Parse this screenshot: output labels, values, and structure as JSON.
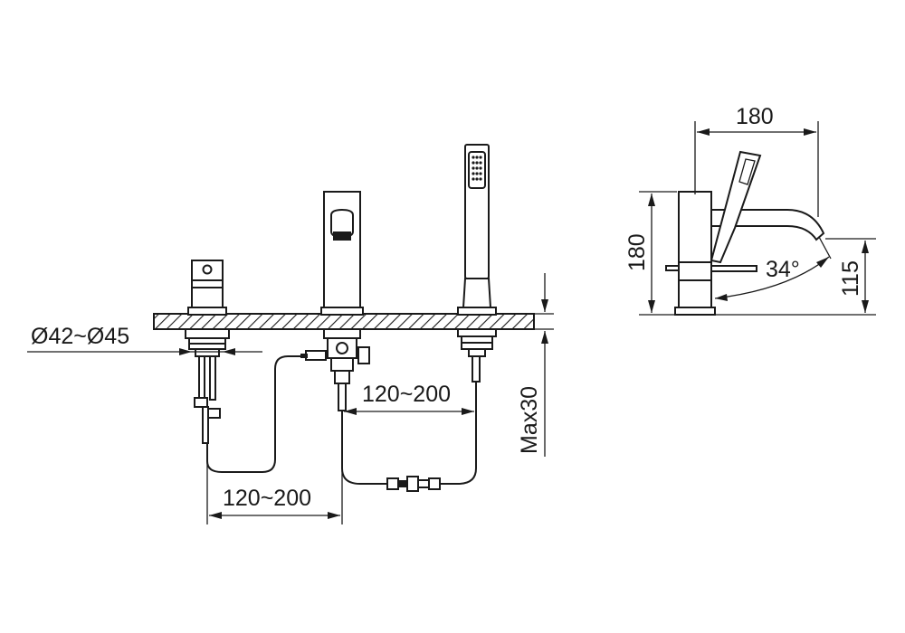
{
  "front_view": {
    "hole_diameter_label": "Ø42~Ø45",
    "spacing_left_label": "120~200",
    "spacing_right_label": "120~200",
    "deck_thickness_label": "Max30"
  },
  "side_view": {
    "width_label": "180",
    "height_label": "180",
    "spout_height_label": "115",
    "angle_label": "34°"
  },
  "colors": {
    "line": "#1a1a1a",
    "background": "#ffffff"
  }
}
